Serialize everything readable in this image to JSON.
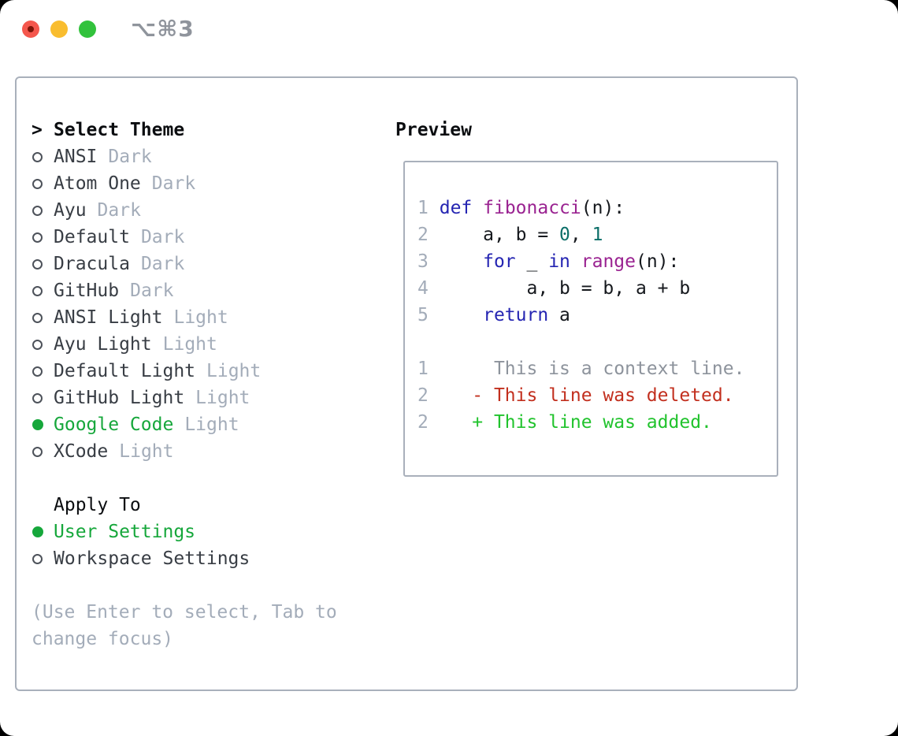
{
  "window": {
    "shortcut_label": "⌥⌘3"
  },
  "selector": {
    "caret": ">",
    "title": "Select Theme",
    "themes": [
      {
        "name": "ANSI",
        "variant": "Dark",
        "selected": false
      },
      {
        "name": "Atom One",
        "variant": "Dark",
        "selected": false
      },
      {
        "name": "Ayu",
        "variant": "Dark",
        "selected": false
      },
      {
        "name": "Default",
        "variant": "Dark",
        "selected": false
      },
      {
        "name": "Dracula",
        "variant": "Dark",
        "selected": false
      },
      {
        "name": "GitHub",
        "variant": "Dark",
        "selected": false
      },
      {
        "name": "ANSI Light",
        "variant": "Light",
        "selected": false
      },
      {
        "name": "Ayu Light",
        "variant": "Light",
        "selected": false
      },
      {
        "name": "Default Light",
        "variant": "Light",
        "selected": false
      },
      {
        "name": "GitHub Light",
        "variant": "Light",
        "selected": false
      },
      {
        "name": "Google Code",
        "variant": "Light",
        "selected": true
      },
      {
        "name": "XCode",
        "variant": "Light",
        "selected": false
      }
    ],
    "apply_to": {
      "title": "Apply To",
      "options": [
        {
          "name": "User Settings",
          "selected": true
        },
        {
          "name": "Workspace Settings",
          "selected": false
        }
      ]
    },
    "hint_line1": "(Use Enter to select, Tab to",
    "hint_line2": "change focus)"
  },
  "preview": {
    "title": "Preview",
    "code_lines": [
      {
        "no": "1",
        "sp1": " ",
        "kw1": "def",
        "sp2": " ",
        "fn1": "fibonacci",
        "pl1": "(n):"
      },
      {
        "no": "2",
        "pl1": "     a, b = ",
        "num1": "0",
        "pl2": ", ",
        "num2": "1"
      },
      {
        "no": "3",
        "pl1": "     ",
        "kw1": "for",
        "pl2": " _ ",
        "kw2": "in",
        "pl3": " ",
        "fn1": "range",
        "pl4": "(n):"
      },
      {
        "no": "4",
        "pl1": "         a, b = b, a + b"
      },
      {
        "no": "5",
        "pl1": "     ",
        "kw1": "return",
        "pl2": " a"
      }
    ],
    "diff_lines": [
      {
        "no": "1",
        "ctx": "      This is a context line."
      },
      {
        "no": "2",
        "sp": "    ",
        "del": "- This line was deleted."
      },
      {
        "no": "2",
        "sp": "    ",
        "add": "+ This line was added."
      }
    ]
  },
  "colors": {
    "accent_green": "#16a73b",
    "added_green": "#21c32d",
    "deleted_red": "#c22f1e",
    "keyword_blue": "#2525b2",
    "function_purple": "#9a2391",
    "number_teal": "#0b6e68",
    "muted_gray": "#a3acb9",
    "panel_border": "#a9b0bb"
  }
}
